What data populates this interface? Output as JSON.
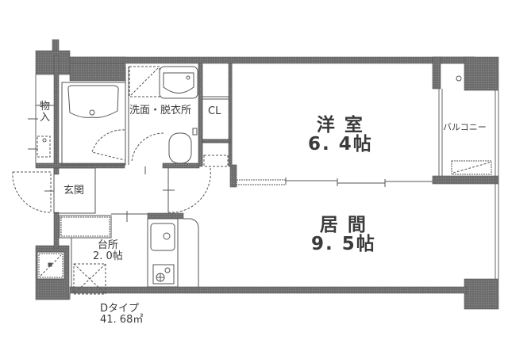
{
  "floorplan": {
    "type_label": "Dタイプ",
    "area": "41. 68㎡",
    "rooms": {
      "western_room": {
        "name": "洋 室",
        "size": "6. 4帖"
      },
      "living_room": {
        "name": "居 間",
        "size": "9. 5帖"
      },
      "kitchen": {
        "name": "台所",
        "size": "2. 0帖"
      },
      "washroom": {
        "name": "洗面・脱衣所"
      },
      "closet": {
        "name": "CL"
      },
      "storage": {
        "name": "物入"
      },
      "entrance": {
        "name": "玄関"
      },
      "balcony": {
        "name": "バルコニー"
      }
    },
    "colors": {
      "wall": "#7a7a7a",
      "line": "#555555",
      "text": "#3a3a3a",
      "background": "#ffffff"
    }
  }
}
